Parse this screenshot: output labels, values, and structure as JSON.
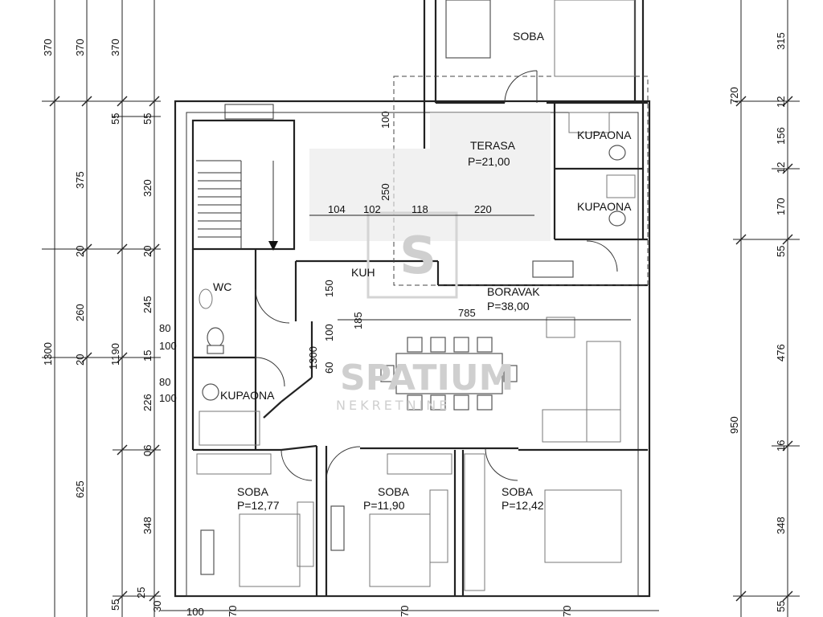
{
  "rooms": {
    "soba_top": {
      "name": "SOBA"
    },
    "terasa": {
      "name": "TERASA",
      "area": "P=21,00"
    },
    "kupaona_top1": {
      "name": "KUPAONA"
    },
    "kupaona_top2": {
      "name": "KUPAONA"
    },
    "wc": {
      "name": "WC"
    },
    "kuh": {
      "name": "KUH"
    },
    "boravak": {
      "name": "BORAVAK",
      "area": "P=38,00"
    },
    "kupaona_left": {
      "name": "KUPAONA"
    },
    "soba_1": {
      "name": "SOBA",
      "area": "P=12,77"
    },
    "soba_2": {
      "name": "SOBA",
      "area": "P=11,90"
    },
    "soba_3": {
      "name": "SOBA",
      "area": "P=12,42"
    }
  },
  "watermark": {
    "brand": "SPATIUM",
    "sub": "NEKRETNINE"
  },
  "dims": {
    "left1": [
      "370",
      "375",
      "20",
      "260",
      "20",
      "1300"
    ],
    "left2": [
      "370",
      "55",
      "320",
      "20",
      "245",
      "15",
      "226",
      "625",
      "1190",
      "348",
      "25",
      "30",
      "55",
      "06"
    ],
    "left3": [
      "370",
      "55"
    ],
    "window_left": [
      "80",
      "100",
      "80",
      "100"
    ],
    "inner": [
      "100",
      "250",
      "150",
      "185",
      "100",
      "60",
      "1300"
    ],
    "terrace_row": [
      "104",
      "102",
      "118",
      "220"
    ],
    "living": [
      "785"
    ],
    "right": [
      "315",
      "720",
      "12",
      "156",
      "12",
      "170",
      "55",
      "476",
      "950",
      "16",
      "348",
      "55"
    ],
    "bottom": [
      "100",
      "70",
      "70",
      "70"
    ]
  }
}
